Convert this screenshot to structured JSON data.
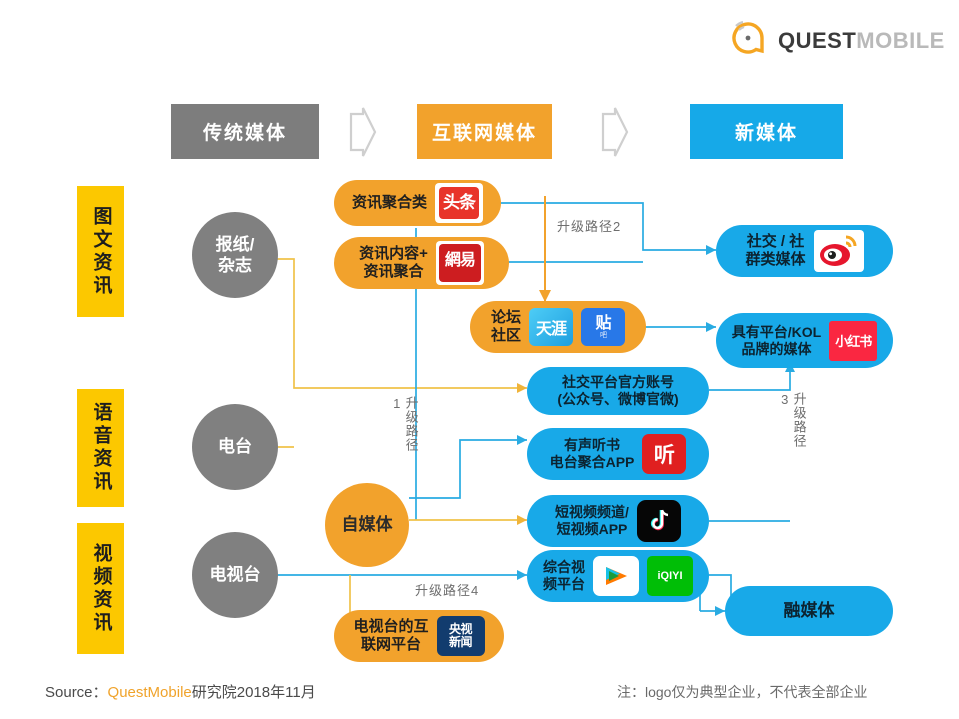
{
  "brand": {
    "logo_quest": "QUEST",
    "logo_mobile": "MOBILE",
    "logo_icon": "quest-q-logo"
  },
  "headers": [
    {
      "label": "传统媒体",
      "color": "#7d7d7d"
    },
    {
      "label": "互联网媒体",
      "color": "#f2a22c"
    },
    {
      "label": "新媒体",
      "color": "#16a9e8"
    }
  ],
  "categories": [
    {
      "label": "图文资讯"
    },
    {
      "label": "语音资讯"
    },
    {
      "label": "视频资讯"
    }
  ],
  "traditional": [
    {
      "label": "报纸/\n杂志"
    },
    {
      "label": "电台"
    },
    {
      "label": "电视台"
    }
  ],
  "internet": {
    "selfmedia": {
      "label": "自媒体"
    },
    "boxes": [
      {
        "label": "资讯聚合类",
        "logos": [
          "头条"
        ]
      },
      {
        "label": "资讯内容+\n资讯聚合",
        "logos": [
          "网易"
        ]
      },
      {
        "label": "论坛\n社区",
        "logos": [
          "天涯",
          "贴吧"
        ]
      },
      {
        "label": "电视台的互\n联网平台",
        "logos": [
          "央视新闻"
        ]
      }
    ]
  },
  "newmedia_mid": [
    {
      "label": "社交平台官方账号\n(公众号、微博官微)",
      "logos": []
    },
    {
      "label": "有声听书\n电台聚合APP",
      "logos": [
        "听"
      ]
    },
    {
      "label": "短视频频道/\n短视频APP",
      "logos": [
        "抖音"
      ]
    },
    {
      "label": "综合视\n频平台",
      "logos": [
        "腾讯视频",
        "爱奇艺"
      ]
    }
  ],
  "newmedia_right": [
    {
      "label": "社交 / 社\n群类媒体",
      "logos": [
        "微博"
      ]
    },
    {
      "label": "具有平台/KOL\n品牌的媒体",
      "logos": [
        "小红书"
      ]
    },
    {
      "label": "融媒体",
      "logos": []
    }
  ],
  "paths": [
    {
      "label": "升级路径\n1",
      "orientation": "vertical"
    },
    {
      "label": "升级路径2",
      "orientation": "horizontal"
    },
    {
      "label": "升级路径\n3",
      "orientation": "vertical"
    },
    {
      "label": "升级路径4",
      "orientation": "horizontal"
    }
  ],
  "footer": {
    "source_prefix": "Source：",
    "source_brand": "QuestMobile",
    "source_rest": "研究院2018年11月",
    "note": "注：logo仅为典型企业，不代表全部企业"
  },
  "logo_text": {
    "toutiao": "头条",
    "netease": "網易",
    "tianya": "天涯",
    "tieba": "贴",
    "tieba_sub": "吧",
    "xhs": "小红书",
    "ting": "听",
    "iqiyi": "iQIYI",
    "cctv_top": "央视",
    "cctv_bottom": "新闻"
  }
}
